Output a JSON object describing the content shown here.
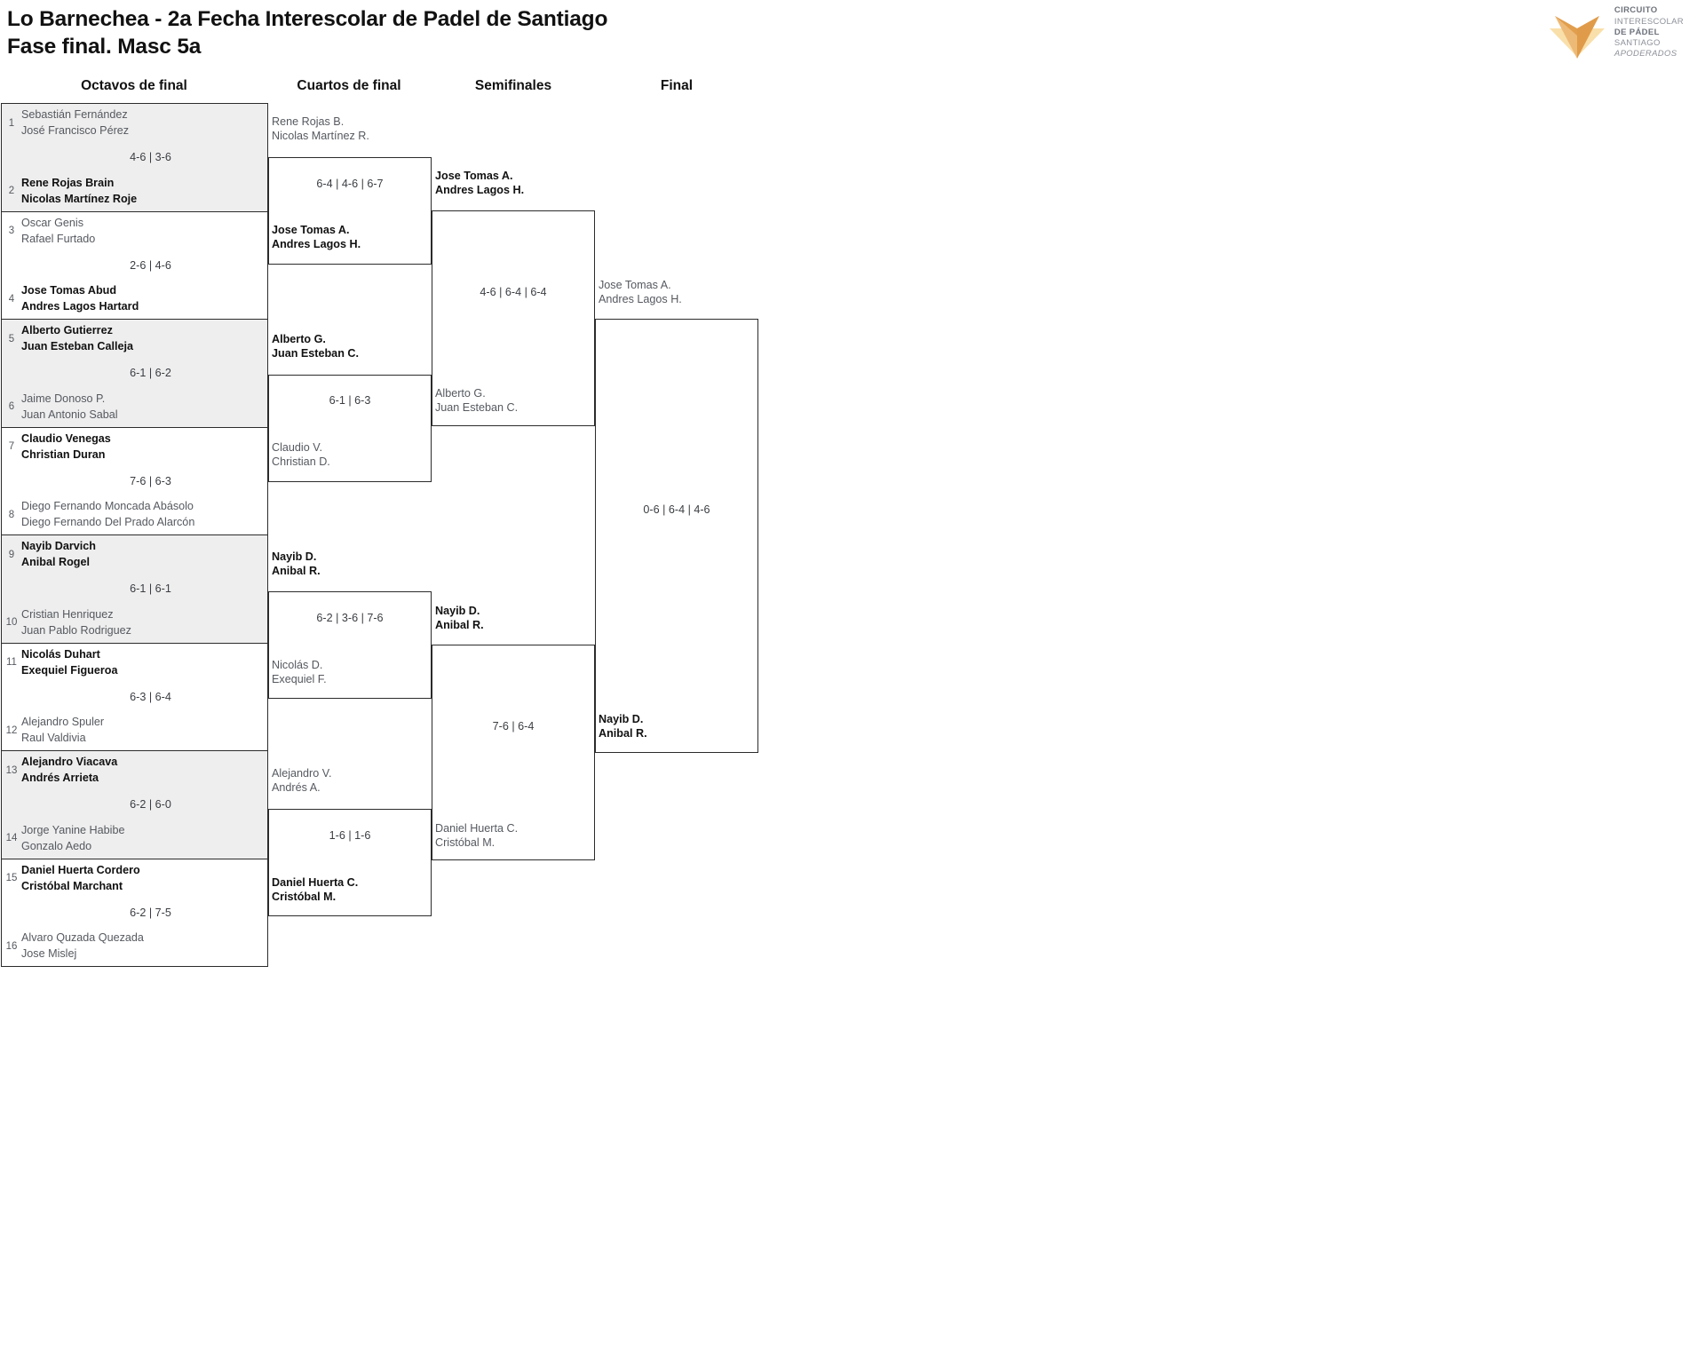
{
  "header": {
    "title_line1": "Lo Barnechea - 2a Fecha Interescolar de Padel de Santiago",
    "title_line2": "Fase final. Masc 5a"
  },
  "logo": {
    "line1": "CIRCUITO",
    "line2": "INTERESCOLAR",
    "line3": "DE PÁDEL",
    "line4": "SANTIAGO",
    "line5": "APODERADOS",
    "color_dark": "#E09B4A",
    "color_mid": "#EDB977",
    "color_light": "#F9DFA9"
  },
  "rounds": [
    {
      "id": "octavos",
      "label": "Octavos de final"
    },
    {
      "id": "cuartos",
      "label": "Cuartos de final"
    },
    {
      "id": "semis",
      "label": "Semifinales"
    },
    {
      "id": "final",
      "label": "Final"
    }
  ],
  "round1": {
    "matches": [
      {
        "shaded": true,
        "top": {
          "seed": "1",
          "p1": "Sebastián Fernández",
          "p2": "José Francisco Pérez",
          "winner": false
        },
        "bottom": {
          "seed": "2",
          "p1": "Rene Rojas Brain",
          "p2": "Nicolas Martínez Roje",
          "winner": true
        },
        "score": "4-6 | 3-6"
      },
      {
        "shaded": false,
        "top": {
          "seed": "3",
          "p1": "Oscar Genis",
          "p2": "Rafael Furtado",
          "winner": false
        },
        "bottom": {
          "seed": "4",
          "p1": "Jose Tomas Abud",
          "p2": "Andres Lagos Hartard",
          "winner": true
        },
        "score": "2-6 | 4-6"
      },
      {
        "shaded": true,
        "top": {
          "seed": "5",
          "p1": "Alberto Gutierrez",
          "p2": "Juan Esteban Calleja",
          "winner": true
        },
        "bottom": {
          "seed": "6",
          "p1": "Jaime Donoso P.",
          "p2": "Juan Antonio Sabal",
          "winner": false
        },
        "score": "6-1 | 6-2"
      },
      {
        "shaded": false,
        "top": {
          "seed": "7",
          "p1": "Claudio Venegas",
          "p2": "Christian Duran",
          "winner": true
        },
        "bottom": {
          "seed": "8",
          "p1": "Diego Fernando Moncada Abásolo",
          "p2": "Diego Fernando Del Prado Alarcón",
          "winner": false
        },
        "score": "7-6 | 6-3"
      },
      {
        "shaded": true,
        "top": {
          "seed": "9",
          "p1": "Nayib Darvich",
          "p2": "Anibal Rogel",
          "winner": true
        },
        "bottom": {
          "seed": "10",
          "p1": "Cristian Henriquez",
          "p2": "Juan Pablo Rodriguez",
          "winner": false
        },
        "score": "6-1 | 6-1"
      },
      {
        "shaded": false,
        "top": {
          "seed": "11",
          "p1": "Nicolás Duhart",
          "p2": "Exequiel Figueroa",
          "winner": true
        },
        "bottom": {
          "seed": "12",
          "p1": "Alejandro Spuler",
          "p2": "Raul Valdivia",
          "winner": false
        },
        "score": "6-3 | 6-4"
      },
      {
        "shaded": true,
        "top": {
          "seed": "13",
          "p1": "Alejandro Viacava",
          "p2": "Andrés Arrieta",
          "winner": true
        },
        "bottom": {
          "seed": "14",
          "p1": "Jorge Yanine Habibe",
          "p2": "Gonzalo Aedo",
          "winner": false
        },
        "score": "6-2 | 6-0"
      },
      {
        "shaded": false,
        "top": {
          "seed": "15",
          "p1": "Daniel Huerta Cordero",
          "p2": "Cristóbal Marchant",
          "winner": true
        },
        "bottom": {
          "seed": "16",
          "p1": "Alvaro Quzada Quezada",
          "p2": "Jose Mislej",
          "winner": false
        },
        "score": "6-2 | 7-5"
      }
    ]
  },
  "round2": {
    "matches": [
      {
        "top": {
          "p1": "Rene Rojas B.",
          "p2": "Nicolas Martínez R.",
          "winner": false
        },
        "bottom": {
          "p1": "Jose Tomas A.",
          "p2": "Andres Lagos H.",
          "winner": true
        },
        "score": "6-4 | 4-6 | 6-7"
      },
      {
        "top": {
          "p1": "Alberto G.",
          "p2": "Juan Esteban C.",
          "winner": true
        },
        "bottom": {
          "p1": "Claudio V.",
          "p2": "Christian D.",
          "winner": false
        },
        "score": "6-1 | 6-3"
      },
      {
        "top": {
          "p1": "Nayib D.",
          "p2": "Anibal R.",
          "winner": true
        },
        "bottom": {
          "p1": "Nicolás D.",
          "p2": "Exequiel F.",
          "winner": false
        },
        "score": "6-2 | 3-6 | 7-6"
      },
      {
        "top": {
          "p1": "Alejandro V.",
          "p2": "Andrés A.",
          "winner": false
        },
        "bottom": {
          "p1": "Daniel Huerta C.",
          "p2": "Cristóbal M.",
          "winner": true
        },
        "score": "1-6 | 1-6"
      }
    ]
  },
  "round3": {
    "matches": [
      {
        "top": {
          "p1": "Jose Tomas A.",
          "p2": "Andres Lagos H.",
          "winner": true
        },
        "bottom": {
          "p1": "Alberto G.",
          "p2": "Juan Esteban C.",
          "winner": false
        },
        "score": "4-6 | 6-4 | 6-4"
      },
      {
        "top": {
          "p1": "Nayib D.",
          "p2": "Anibal R.",
          "winner": true
        },
        "bottom": {
          "p1": "Daniel Huerta C.",
          "p2": "Cristóbal M.",
          "winner": false
        },
        "score": "7-6 | 6-4"
      }
    ]
  },
  "round4": {
    "matches": [
      {
        "top": {
          "p1": "Jose Tomas A.",
          "p2": "Andres Lagos H.",
          "winner": false
        },
        "bottom": {
          "p1": "Nayib D.",
          "p2": "Anibal R.",
          "winner": true
        },
        "score": "0-6 | 6-4 | 4-6"
      }
    ]
  }
}
